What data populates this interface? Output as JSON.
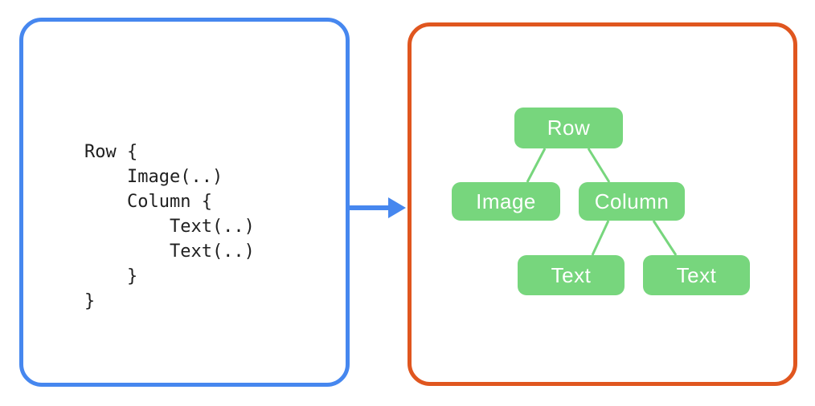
{
  "colors": {
    "panel-blue": "#4687ef",
    "panel-orange": "#e0561f",
    "node-green": "#77d67d",
    "code-ink": "#1f1f1f",
    "canvas-bg": "#ffffff"
  },
  "code_panel": {
    "code": "Row {\n    Image(..)\n    Column {\n        Text(..)\n        Text(..)\n    }\n}"
  },
  "tree_panel": {
    "nodes": [
      {
        "id": "row",
        "label": "Row"
      },
      {
        "id": "image",
        "label": "Image"
      },
      {
        "id": "column",
        "label": "Column"
      },
      {
        "id": "text-1",
        "label": "Text"
      },
      {
        "id": "text-2",
        "label": "Text"
      }
    ],
    "edges": [
      {
        "from": "row",
        "to": "image"
      },
      {
        "from": "row",
        "to": "column"
      },
      {
        "from": "column",
        "to": "text-1"
      },
      {
        "from": "column",
        "to": "text-2"
      }
    ]
  }
}
